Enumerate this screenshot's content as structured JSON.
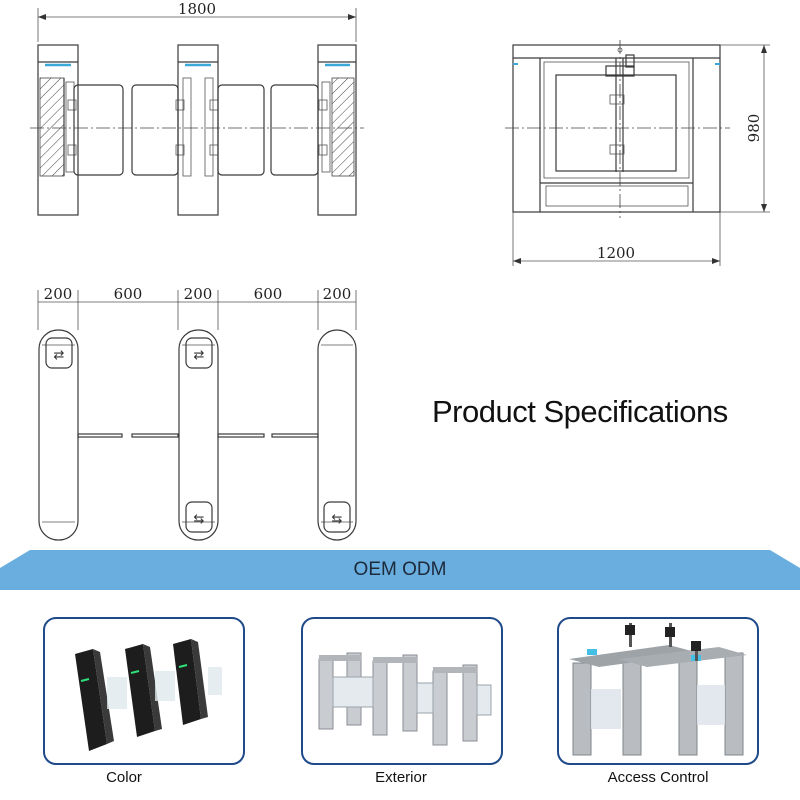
{
  "top_view": {
    "width_label": "1800"
  },
  "side_view": {
    "height_label": "980",
    "width_label": "1200"
  },
  "plan_view": {
    "dims": [
      "200",
      "600",
      "200",
      "600",
      "200"
    ]
  },
  "title": "Product Specifications",
  "banner": {
    "label": "OEM ODM",
    "color": "#6aaee0"
  },
  "options": [
    {
      "label": "Color"
    },
    {
      "label": "Exterior"
    },
    {
      "label": "Access Control"
    }
  ]
}
